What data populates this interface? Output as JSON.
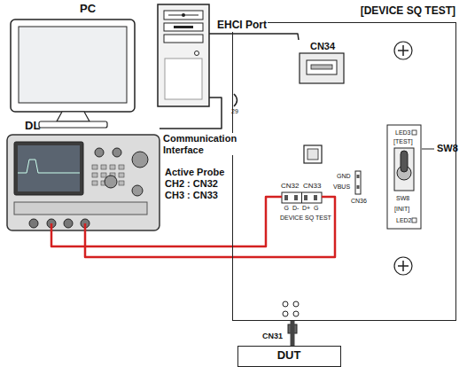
{
  "diagram": {
    "nodes": [
      {
        "text": [
          "PC"
        ]
      },
      {
        "text": [
          "DL"
        ]
      },
      {
        "text": [
          "[DEVICE SQ TEST]"
        ]
      },
      {
        "text": [
          "CN34"
        ],
        "in": 2
      },
      {
        "text": [
          "DUT"
        ]
      }
    ],
    "edges": [
      {
        "from": 0,
        "to": 3,
        "arrow": "none",
        "label": "EHCI Port"
      },
      {
        "from": 1,
        "to": 0,
        "arrow": "none",
        "label": "Communication Interface"
      },
      {
        "from": 2,
        "to": 4,
        "arrow": "none"
      },
      {
        "from": 1,
        "to": 2,
        "arrow": "none"
      },
      {
        "from": 1,
        "to": 2,
        "arrow": "none"
      }
    ],
    "labels": [
      "29",
      "CN32",
      "CN33",
      "G",
      "D-",
      "D+",
      "G",
      "DEVICE SQ TEST",
      "GND",
      "VBUS",
      "CN36",
      "LED3",
      "[TEST]",
      "SW8",
      "[INIT]",
      "LED2",
      "SW8",
      "Active Probe",
      "CH2 : CN32",
      "CH3 : CN33",
      "CN31"
    ]
  }
}
